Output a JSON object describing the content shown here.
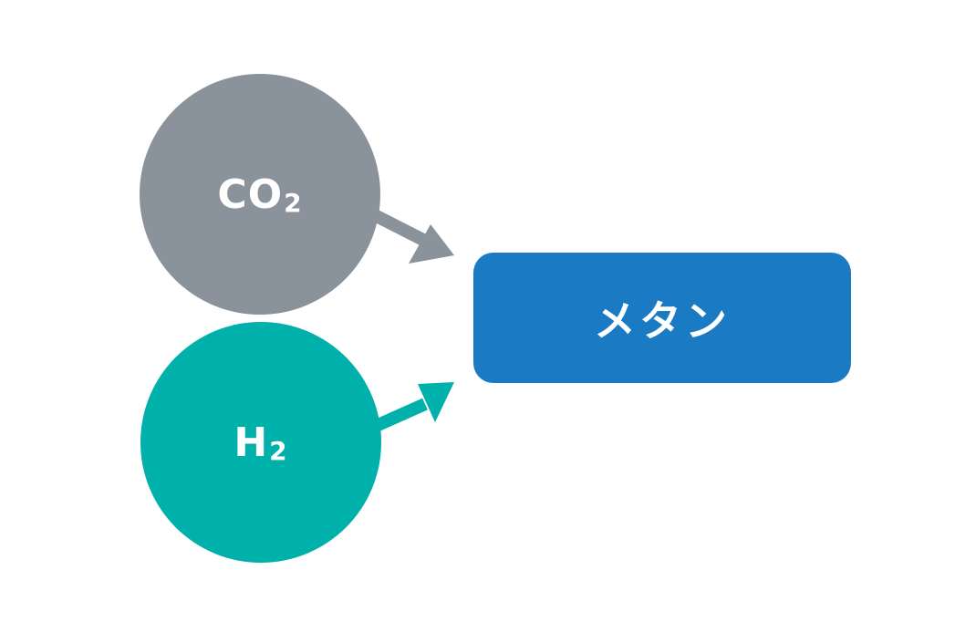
{
  "nodes": {
    "co2": {
      "base": "CO",
      "sub": "2",
      "color": "#8a939b"
    },
    "h2": {
      "base": "H",
      "sub": "2",
      "color": "#00b0aa"
    },
    "methane": {
      "label": "メタン",
      "color": "#1a7ac4"
    }
  },
  "edges": [
    {
      "from": "co2",
      "to": "methane",
      "color": "#8a939b"
    },
    {
      "from": "h2",
      "to": "methane",
      "color": "#00b0aa"
    }
  ]
}
